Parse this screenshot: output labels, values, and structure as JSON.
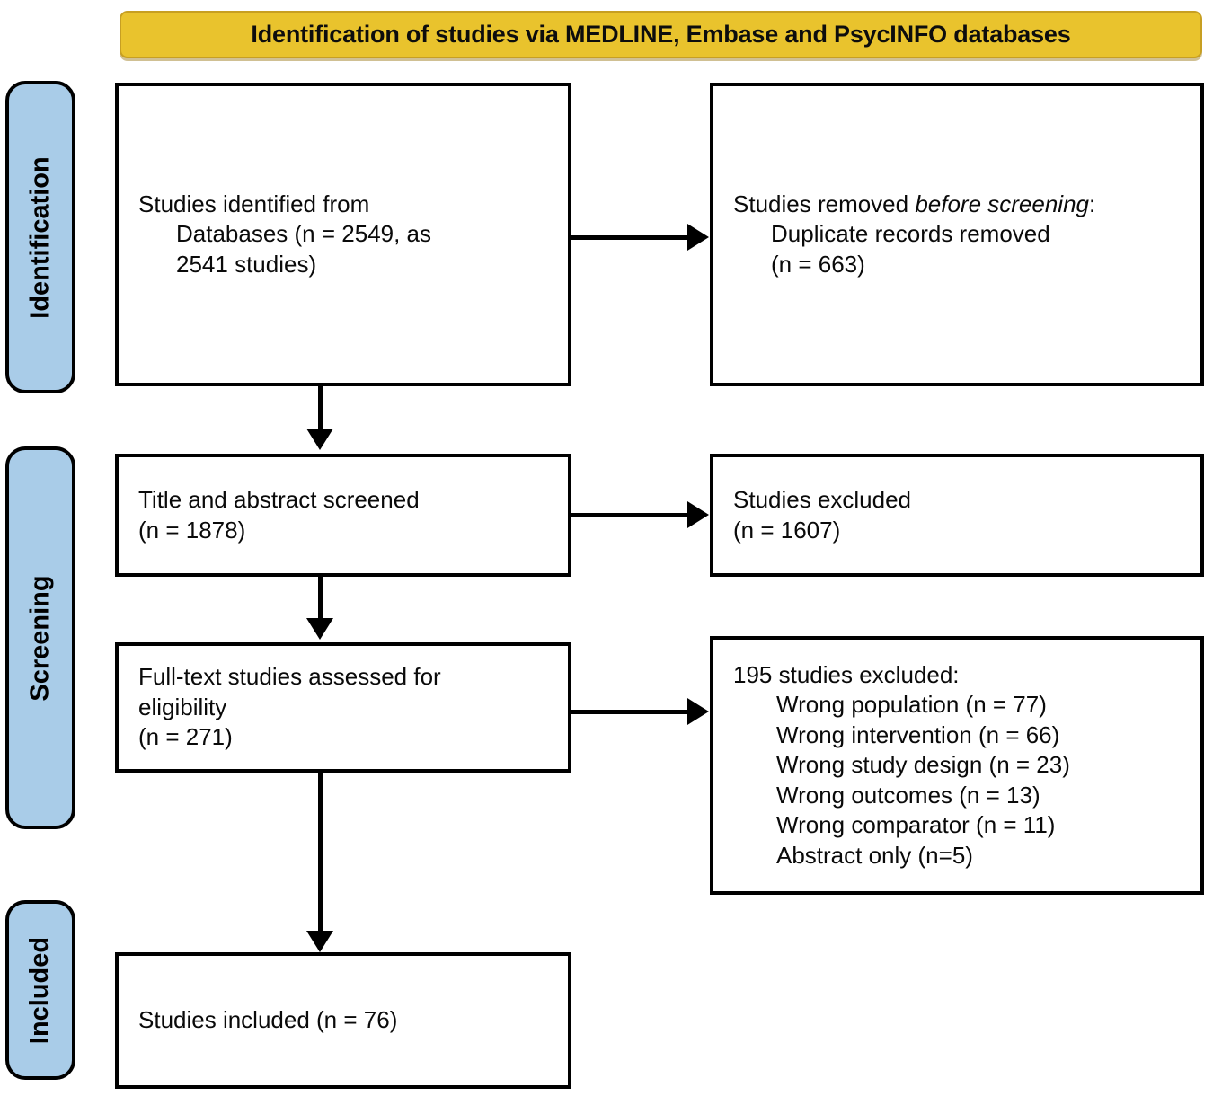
{
  "banner": {
    "title": "Identification of studies via MEDLINE, Embase and PsycINFO databases",
    "color": "#e9c32d"
  },
  "stages": {
    "color": "#a9cce8",
    "identification": "Identification",
    "screening": "Screening",
    "included": "Included"
  },
  "boxes": {
    "identified": {
      "line1": "Studies identified from",
      "line2": "Databases (n = 2549, as",
      "line3": "2541 studies)"
    },
    "removed": {
      "line1_prefix": "Studies removed ",
      "line1_italic": "before screening",
      "line1_suffix": ":",
      "line2": "Duplicate records removed",
      "line3": "(n = 663)"
    },
    "screened": {
      "line1": "Title and abstract screened",
      "line2": "(n = 1878)"
    },
    "excluded": {
      "line1": "Studies excluded",
      "line2": "(n = 1607)"
    },
    "fulltext": {
      "line1": "Full-text studies assessed for",
      "line2": "eligibility",
      "line3": "(n = 271)"
    },
    "exclusion_reasons": {
      "heading": "195 studies excluded:",
      "items": [
        "Wrong population (n = 77)",
        "Wrong intervention (n = 66)",
        "Wrong study design (n = 23)",
        "Wrong outcomes (n = 13)",
        "Wrong comparator (n = 11)",
        "Abstract only (n=5)"
      ]
    },
    "included": {
      "line1": "Studies included (n = 76)"
    }
  },
  "chart_data": {
    "type": "diagram",
    "title": "PRISMA 2020 flow diagram",
    "nodes": [
      {
        "id": "identified",
        "stage": "Identification",
        "label": "Studies identified from Databases",
        "n": 2549,
        "note": "as 2541 studies"
      },
      {
        "id": "removed",
        "stage": "Identification",
        "label": "Studies removed before screening: Duplicate records removed",
        "n": 663
      },
      {
        "id": "screened",
        "stage": "Screening",
        "label": "Title and abstract screened",
        "n": 1878
      },
      {
        "id": "excluded",
        "stage": "Screening",
        "label": "Studies excluded",
        "n": 1607
      },
      {
        "id": "fulltext",
        "stage": "Screening",
        "label": "Full-text studies assessed for eligibility",
        "n": 271
      },
      {
        "id": "exclusion_reasons",
        "stage": "Screening",
        "label": "195 studies excluded",
        "n": 195,
        "breakdown": [
          {
            "reason": "Wrong population",
            "n": 77
          },
          {
            "reason": "Wrong intervention",
            "n": 66
          },
          {
            "reason": "Wrong study design",
            "n": 23
          },
          {
            "reason": "Wrong outcomes",
            "n": 13
          },
          {
            "reason": "Wrong comparator",
            "n": 11
          },
          {
            "reason": "Abstract only",
            "n": 5
          }
        ]
      },
      {
        "id": "included",
        "stage": "Included",
        "label": "Studies included",
        "n": 76
      }
    ],
    "edges": [
      {
        "from": "identified",
        "to": "removed",
        "direction": "right"
      },
      {
        "from": "identified",
        "to": "screened",
        "direction": "down"
      },
      {
        "from": "screened",
        "to": "excluded",
        "direction": "right"
      },
      {
        "from": "screened",
        "to": "fulltext",
        "direction": "down"
      },
      {
        "from": "fulltext",
        "to": "exclusion_reasons",
        "direction": "right"
      },
      {
        "from": "fulltext",
        "to": "included",
        "direction": "down"
      }
    ]
  }
}
